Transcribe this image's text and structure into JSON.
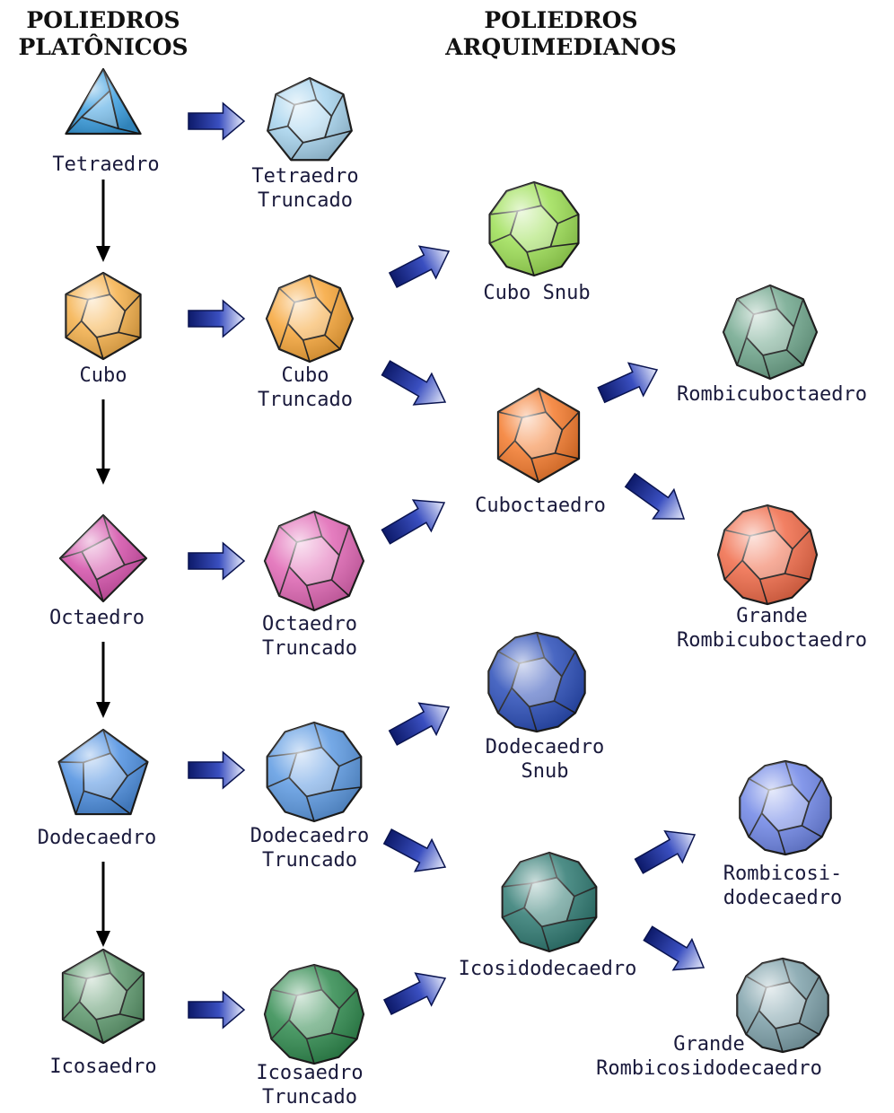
{
  "headers": {
    "platonic": [
      "POLIEDROS",
      "PLATÔNICOS"
    ],
    "archimedean": [
      "POLIEDROS",
      "ARQUIMEDIANOS"
    ]
  },
  "nodes": {
    "tetraedro": {
      "lines": [
        "Tetraedro"
      ],
      "color": "#3a9ee0"
    },
    "cubo": {
      "lines": [
        "Cubo"
      ],
      "color": "#f5b04a"
    },
    "octaedro": {
      "lines": [
        "Octaedro"
      ],
      "color": "#d24ea8"
    },
    "dodecaedro": {
      "lines": [
        "Dodecaedro"
      ],
      "color": "#4d8fe0"
    },
    "icosaedro": {
      "lines": [
        "Icosaedro"
      ],
      "color": "#5f9a6f"
    },
    "tetraedro_truncado": {
      "lines": [
        "Tetraedro",
        "Truncado"
      ],
      "color": "#a7d4ee"
    },
    "cubo_truncado": {
      "lines": [
        "Cubo",
        "Truncado"
      ],
      "color": "#f6a538"
    },
    "octaedro_truncado": {
      "lines": [
        "Octaedro",
        "Truncado"
      ],
      "color": "#e066b4"
    },
    "dodecaedro_truncado": {
      "lines": [
        "Dodecaedro",
        "Truncado"
      ],
      "color": "#5d9ae2"
    },
    "icosaedro_truncado": {
      "lines": [
        "Icosaedro",
        "Truncado"
      ],
      "color": "#2f8a4e"
    },
    "cubo_snub": {
      "lines": [
        "Cubo Snub"
      ],
      "color": "#9ddf55"
    },
    "cuboctaedro": {
      "lines": [
        "Cuboctaedro"
      ],
      "color": "#f47a2c"
    },
    "dodecaedro_snub": {
      "lines": [
        "Dodecaedro",
        "Snub"
      ],
      "color": "#2a4db8"
    },
    "icosidodecaedro": {
      "lines": [
        "Icosidodecaedro"
      ],
      "color": "#2f7a72"
    },
    "rombicuboctaedro": {
      "lines": [
        "Rombicuboctaedro"
      ],
      "color": "#6fa68c"
    },
    "grande_rombicuboctaedro": {
      "lines": [
        "Grande",
        "Rombicuboctaedro"
      ],
      "color": "#f06a48"
    },
    "rombicosidodecaedro": {
      "lines": [
        "Rombicosi-",
        "dodecaedro"
      ],
      "color": "#6f86e6"
    },
    "grande_rombicosidodecaedro": {
      "lines": [
        "Grande",
        "Rombicosidodecaedro"
      ],
      "color": "#7ea1aa"
    }
  },
  "edges": [
    {
      "from": "tetraedro",
      "to": "cubo",
      "style": "black"
    },
    {
      "from": "cubo",
      "to": "octaedro",
      "style": "black"
    },
    {
      "from": "octaedro",
      "to": "dodecaedro",
      "style": "black"
    },
    {
      "from": "dodecaedro",
      "to": "icosaedro",
      "style": "black"
    },
    {
      "from": "tetraedro",
      "to": "tetraedro_truncado",
      "style": "blue"
    },
    {
      "from": "cubo",
      "to": "cubo_truncado",
      "style": "blue"
    },
    {
      "from": "octaedro",
      "to": "octaedro_truncado",
      "style": "blue"
    },
    {
      "from": "dodecaedro",
      "to": "dodecaedro_truncado",
      "style": "blue"
    },
    {
      "from": "icosaedro",
      "to": "icosaedro_truncado",
      "style": "blue"
    },
    {
      "from": "cubo_truncado",
      "to": "cubo_snub",
      "style": "blue"
    },
    {
      "from": "cubo_truncado",
      "to": "cuboctaedro",
      "style": "blue"
    },
    {
      "from": "octaedro_truncado",
      "to": "cuboctaedro",
      "style": "blue"
    },
    {
      "from": "cuboctaedro",
      "to": "rombicuboctaedro",
      "style": "blue"
    },
    {
      "from": "cuboctaedro",
      "to": "grande_rombicuboctaedro",
      "style": "blue"
    },
    {
      "from": "dodecaedro_truncado",
      "to": "dodecaedro_snub",
      "style": "blue"
    },
    {
      "from": "dodecaedro_truncado",
      "to": "icosidodecaedro",
      "style": "blue"
    },
    {
      "from": "icosaedro_truncado",
      "to": "icosidodecaedro",
      "style": "blue"
    },
    {
      "from": "icosidodecaedro",
      "to": "rombicosidodecaedro",
      "style": "blue"
    },
    {
      "from": "icosidodecaedro",
      "to": "grande_rombicosidodecaedro",
      "style": "blue"
    }
  ]
}
